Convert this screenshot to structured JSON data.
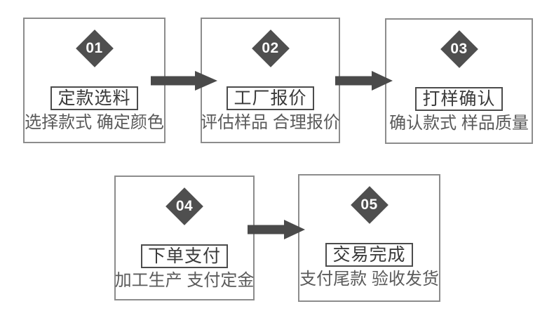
{
  "diagram": {
    "type": "process-flow",
    "background": "#ffffff",
    "colors": {
      "box_border": "#8c8c8c",
      "diamond_fill": "#4f4f4f",
      "diamond_number_text": "#ffffff",
      "arrow_fill": "#4a4a4a",
      "title_border": "#4c4c4c",
      "title_text": "#3a3a3a",
      "subtitle_text": "#5a5a5a"
    },
    "steps": [
      {
        "number": "01",
        "title": "定款选料",
        "subtitle": "选择款式 确定颜色"
      },
      {
        "number": "02",
        "title": "工厂报价",
        "subtitle": "评估样品 合理报价"
      },
      {
        "number": "03",
        "title": "打样确认",
        "subtitle": "确认款式 样品质量"
      },
      {
        "number": "04",
        "title": "下单支付",
        "subtitle": "加工生产 支付定金"
      },
      {
        "number": "05",
        "title": "交易完成",
        "subtitle": "支付尾款 验收发货"
      }
    ],
    "connections": [
      {
        "from": "01",
        "to": "02"
      },
      {
        "from": "02",
        "to": "03"
      },
      {
        "from": "04",
        "to": "05"
      }
    ]
  }
}
